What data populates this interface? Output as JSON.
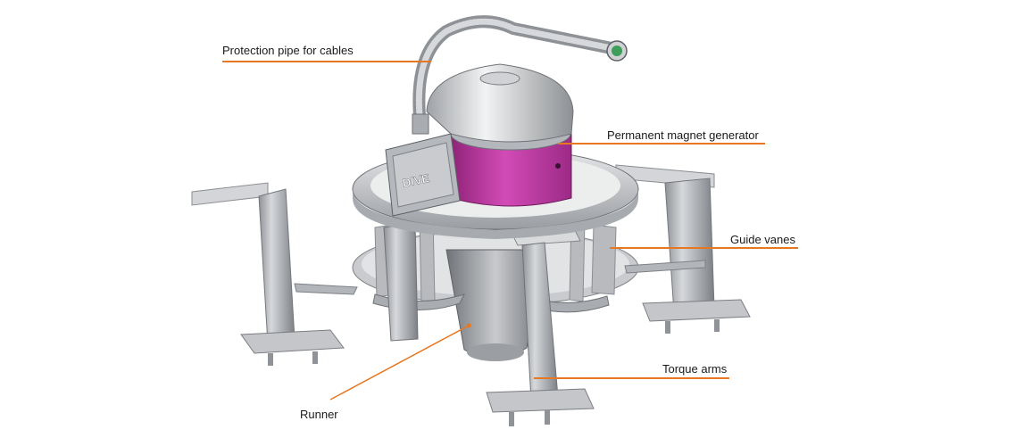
{
  "labels": {
    "protection_pipe": "Protection pipe for cables",
    "generator": "Permanent magnet generator",
    "guide_vanes": "Guide vanes",
    "torque_arms": "Torque arms",
    "runner": "Runner"
  },
  "logo_text": "DIVE",
  "colors": {
    "leader": "#e87722",
    "generator": "#c23ba6",
    "steel": "#b9bcc0"
  }
}
